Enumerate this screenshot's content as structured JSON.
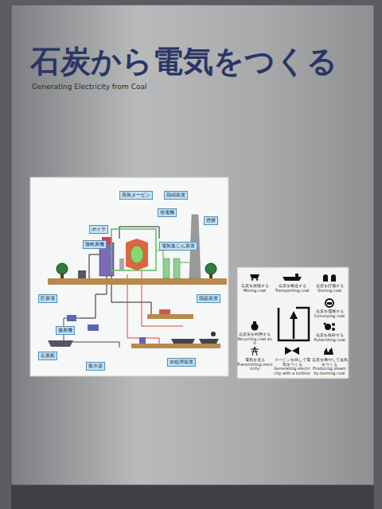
{
  "diagram": {
    "title": "石炭から電気をつくる",
    "nodes": [
      {
        "text": [
          "ボイラ"
        ]
      },
      {
        "text": [
          "蒸気タービン"
        ]
      },
      {
        "text": [
          "発電機"
        ]
      },
      {
        "text": [
          "微粉炭機"
        ]
      },
      {
        "text": [
          "脱硝装置"
        ]
      },
      {
        "text": [
          "電気集じん装置"
        ]
      },
      {
        "text": [
          "煙突"
        ]
      },
      {
        "text": [
          "脱硫装置"
        ]
      },
      {
        "text": [
          "貯炭場"
        ]
      },
      {
        "text": [
          "揚炭機"
        ]
      },
      {
        "text": [
          "石炭船"
        ]
      },
      {
        "text": [
          "灰処理装置"
        ]
      },
      {
        "text": [
          "復水器"
        ]
      },
      {
        "text": [
          "石炭を採掘する",
          "Mining coal"
        ]
      },
      {
        "text": [
          "石炭を輸送する",
          "Transporting coal"
        ]
      },
      {
        "text": [
          "石炭を貯蔵する",
          "Storing coal"
        ]
      },
      {
        "text": [
          "石炭を運搬する",
          "Conveying coal"
        ]
      },
      {
        "text": [
          "石炭を粉砕する",
          "Pulverizing coal"
        ]
      },
      {
        "text": [
          "石炭を燃やして蒸気をつくる",
          "Producing steam by burning coal"
        ]
      },
      {
        "text": [
          "タービンを回して電気をつくる",
          "Generating electricity with a turbine"
        ]
      },
      {
        "text": [
          "電気を送る",
          "Transmitting electricity"
        ]
      },
      {
        "text": [
          "石炭灰を利用する",
          "Recycling coal ash"
        ]
      }
    ],
    "labels": [
      "Generating Electricity from Coal"
    ]
  }
}
